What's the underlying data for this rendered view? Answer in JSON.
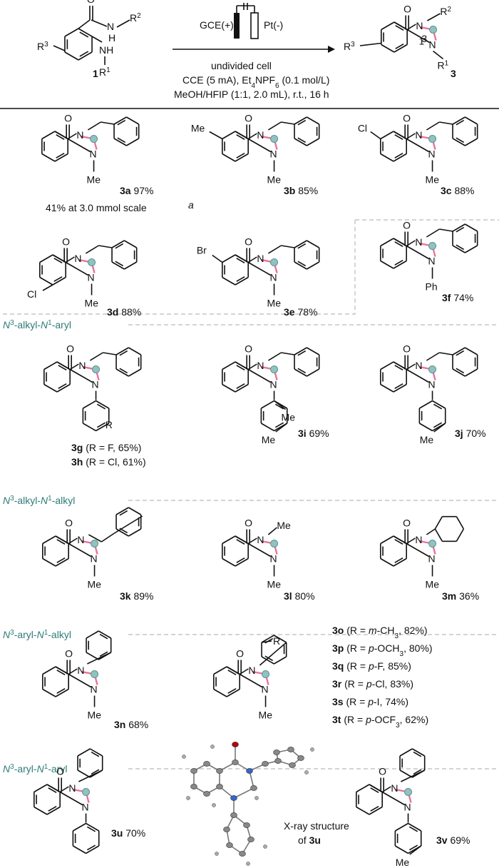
{
  "scheme": {
    "reagent_left": "GCE(+)",
    "reagent_right": "Pt(-)",
    "conditions": [
      "undivided cell",
      "CCE (5 mA), Et4NPF6 (0.1 mol/L)",
      "MeOH/HFIP (1:1, 2.0 mL), r.t., 16 h"
    ],
    "sm_number": "1",
    "product_number": "3"
  },
  "sections": [
    "N3-alkyl-N1-aryl",
    "N3-alkyl-N1-alkyl",
    "N3-aryl-N1-alkyl",
    "N3-aryl-N1-aryl"
  ],
  "compounds": [
    {
      "id": "3a",
      "yield": "97%"
    },
    {
      "id": "3b",
      "yield": "85%"
    },
    {
      "id": "3c",
      "yield": "88%"
    },
    {
      "id": "3d",
      "yield": "88%"
    },
    {
      "id": "3e",
      "yield": "78%"
    },
    {
      "id": "3f",
      "yield": "74%"
    },
    {
      "id": "3g",
      "note": "(R = F, 65%)"
    },
    {
      "id": "3h",
      "note": "(R = Cl, 61%)"
    },
    {
      "id": "3i",
      "yield": "69%"
    },
    {
      "id": "3j",
      "yield": "70%"
    },
    {
      "id": "3k",
      "yield": "89%"
    },
    {
      "id": "3l",
      "yield": "80%"
    },
    {
      "id": "3m",
      "yield": "36%"
    },
    {
      "id": "3n",
      "yield": "68%"
    },
    {
      "id": "3o",
      "note": "(R = m-CH3, 82%)"
    },
    {
      "id": "3p",
      "note": "(R = p-OCH3, 80%)"
    },
    {
      "id": "3q",
      "note": "(R = p-F, 85%)"
    },
    {
      "id": "3r",
      "note": "(R = p-Cl, 83%)"
    },
    {
      "id": "3s",
      "note": "(R = p-I, 74%)"
    },
    {
      "id": "3t",
      "note": "(R = p-OCF3, 62%)"
    },
    {
      "id": "3u",
      "yield": "70%"
    },
    {
      "id": "3v",
      "yield": "69%"
    }
  ],
  "scale_note": "41% at 3.0 mmol scale a",
  "xray_caption": [
    "X-ray structure",
    "of 3u"
  ]
}
